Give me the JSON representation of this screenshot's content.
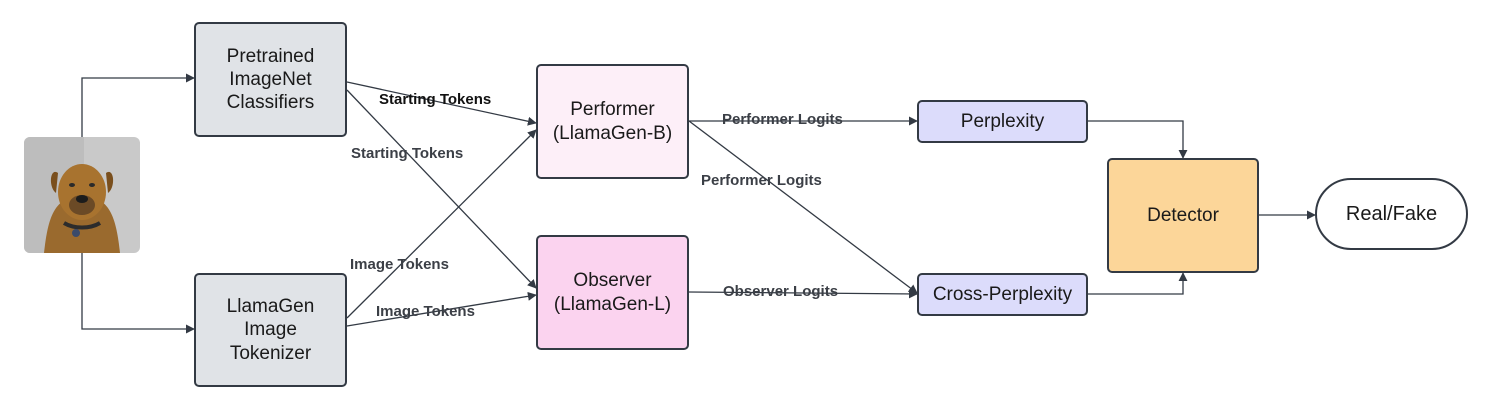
{
  "nodes": {
    "classifiers": "Pretrained\nImageNet\nClassifiers",
    "tokenizer": "LlamaGen\nImage\nTokenizer",
    "performer": "Performer\n(LlamaGen-B)",
    "observer": "Observer\n(LlamaGen-L)",
    "perplexity": "Perplexity",
    "cross_perplexity": "Cross-Perplexity",
    "detector": "Detector",
    "output": "Real/Fake"
  },
  "edge_labels": {
    "starting_tokens_1": "Starting Tokens",
    "starting_tokens_2": "Starting Tokens",
    "image_tokens_1": "Image Tokens",
    "image_tokens_2": "Image Tokens",
    "performer_logits_1": "Performer Logits",
    "performer_logits_2": "Performer Logits",
    "observer_logits": "Observer Logits"
  },
  "colors": {
    "stroke": "#333a44",
    "classifier_fill": "#e0e3e7",
    "performer_fill": "#fdeff8",
    "observer_fill": "#fbd3ef",
    "metric_fill": "#dcdcfb",
    "detector_fill": "#fcd699"
  }
}
